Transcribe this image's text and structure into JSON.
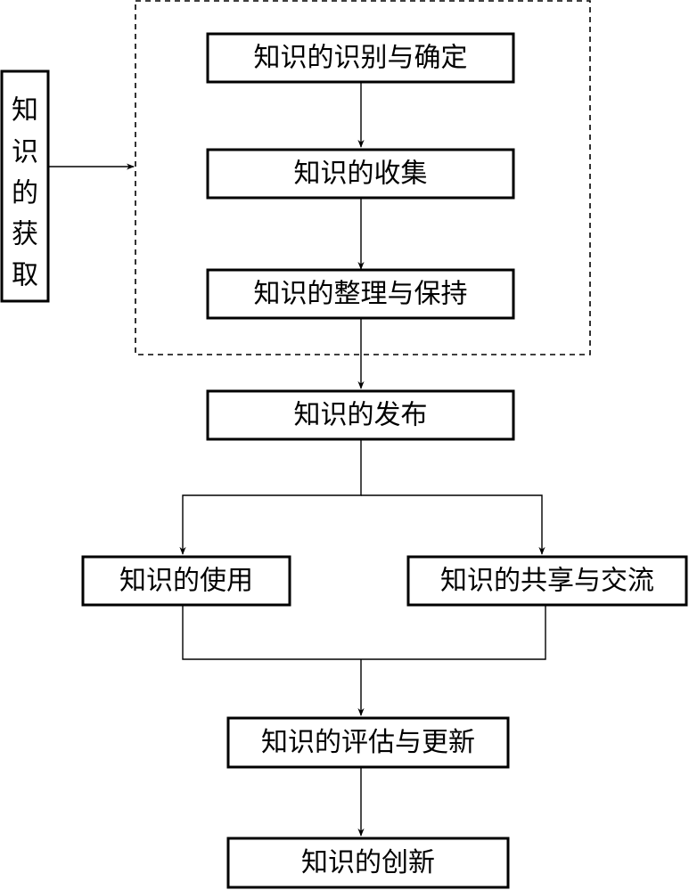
{
  "side_node": {
    "chars": [
      "知",
      "识",
      "的",
      "获",
      "取"
    ]
  },
  "nodes": {
    "identify": "知识的识别与确定",
    "collect": "知识的收集",
    "organize": "知识的整理与保持",
    "publish": "知识的发布",
    "use": "知识的使用",
    "share": "知识的共享与交流",
    "evaluate": "知识的评估与更新",
    "innovate": "知识的创新"
  },
  "colors": {
    "line": "#000000",
    "background": "#ffffff"
  }
}
